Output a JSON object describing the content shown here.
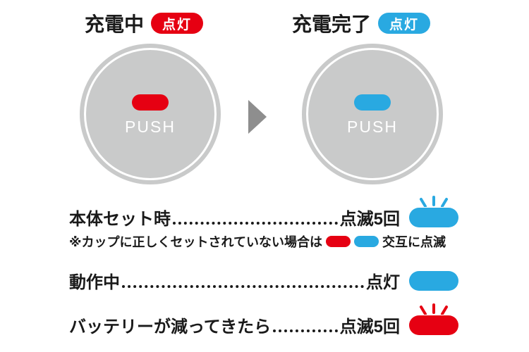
{
  "colors": {
    "red": "#e60012",
    "blue": "#29a9e1",
    "circle_gray": "#c9caca",
    "arrow_gray": "#8e8e8e",
    "text": "#1a1a1a"
  },
  "states": {
    "charging": {
      "title": "充電中",
      "badge": "点灯",
      "button_label": "PUSH",
      "led_color": "red"
    },
    "complete": {
      "title": "充電完了",
      "badge": "点灯",
      "button_label": "PUSH",
      "led_color": "blue"
    }
  },
  "status_rows": [
    {
      "label": "本体セット時",
      "value": "点滅5回",
      "indicator": "blue-blinking"
    },
    {
      "label": "動作中",
      "value": "点灯",
      "indicator": "blue-lit"
    },
    {
      "label": "バッテリーが減ってきたら",
      "value": "点滅5回",
      "indicator": "red-blinking"
    }
  ],
  "note": {
    "prefix": "※カップに正しくセットされていない場合は",
    "suffix": "交互に点滅",
    "indicators": "red-blue-alternating"
  }
}
